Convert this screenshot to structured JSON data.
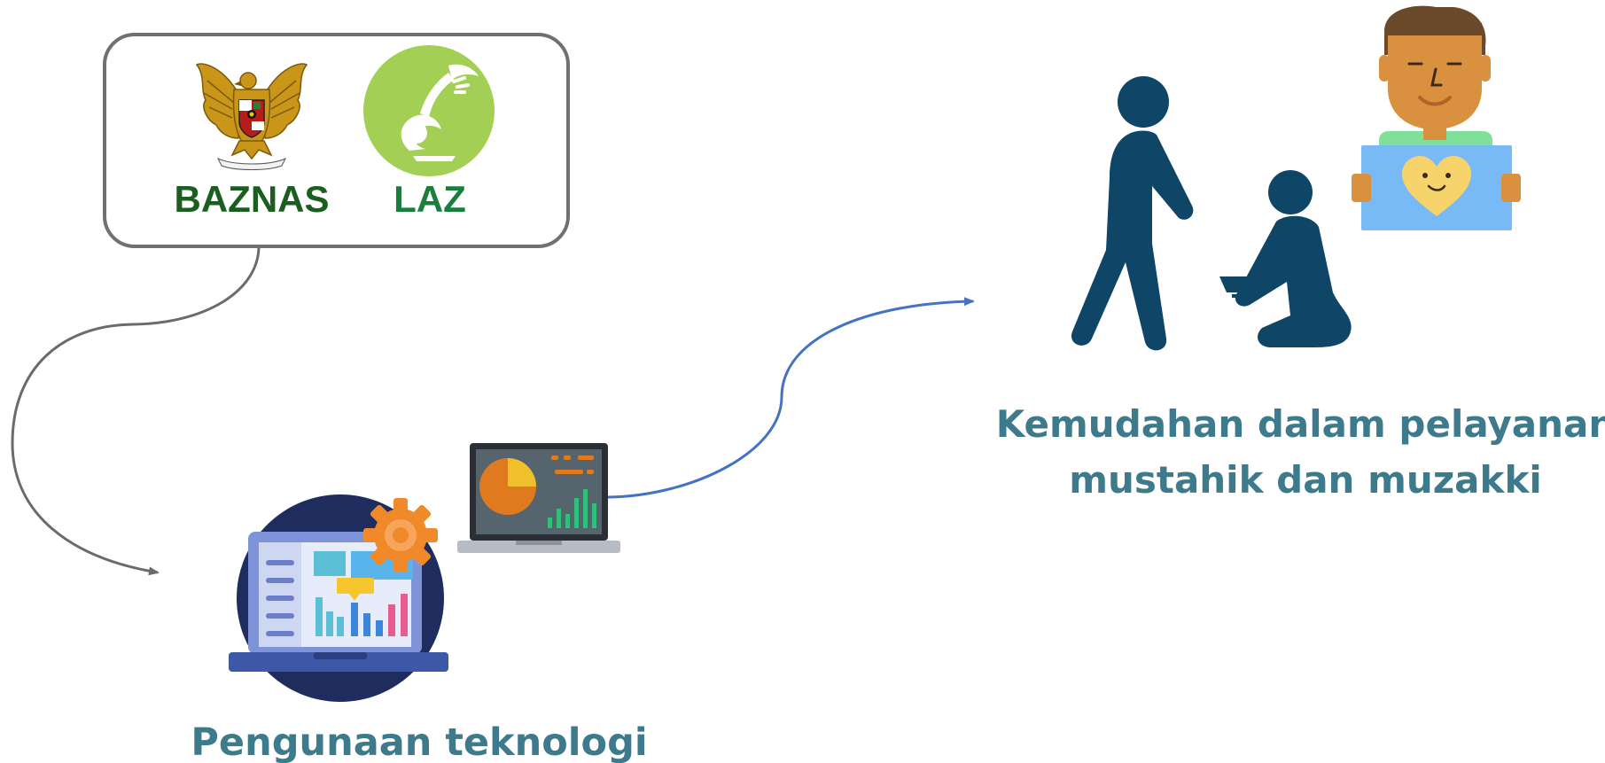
{
  "organizations": {
    "baznas": {
      "label": "BAZNAS",
      "color": "#1b5e20",
      "icon": "garuda-emblem-icon"
    },
    "laz": {
      "label": "LAZ",
      "color": "#1a7f3c",
      "icon": "laz-hand-logo-icon",
      "logo_color": "#a3cf55"
    }
  },
  "captions": {
    "technology": "Pengunaan teknologi",
    "service_line1": "Kemudahan dalam pelayanan",
    "service_line2": "mustahik dan muzakki"
  },
  "colors": {
    "caption": "#3d7b8c",
    "flow_arrow_1": "#6b6b6b",
    "flow_arrow_2": "#4472c4",
    "figures": "#0f4566",
    "box_border": "#707070"
  }
}
